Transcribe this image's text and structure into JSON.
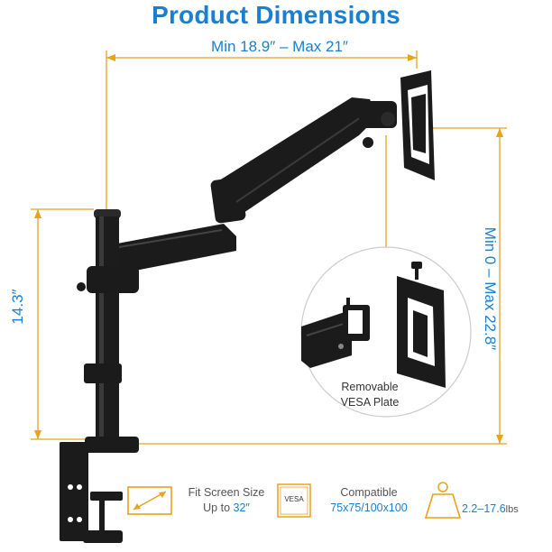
{
  "title": "Product Dimensions",
  "dimensions": {
    "width": "Min 18.9″ – Max 21″",
    "height": "14.3″",
    "vertical": "Min 0 – Max 22.8″"
  },
  "callout": {
    "line1": "Removable",
    "line2": "VESA Plate"
  },
  "features": {
    "screen_size": {
      "line1": "Fit Screen Size",
      "line2_prefix": "Up to ",
      "line2_value": "32″"
    },
    "vesa": {
      "icon_label": "VESA",
      "line1": "Compatible",
      "line2": "75x75/100x100"
    },
    "weight": {
      "value": "2.2–17.6",
      "unit": "lbs"
    }
  },
  "colors": {
    "accent": "#1a7fd0",
    "dimension_lines": "#e8a21c",
    "product": "#1b1b1b"
  }
}
